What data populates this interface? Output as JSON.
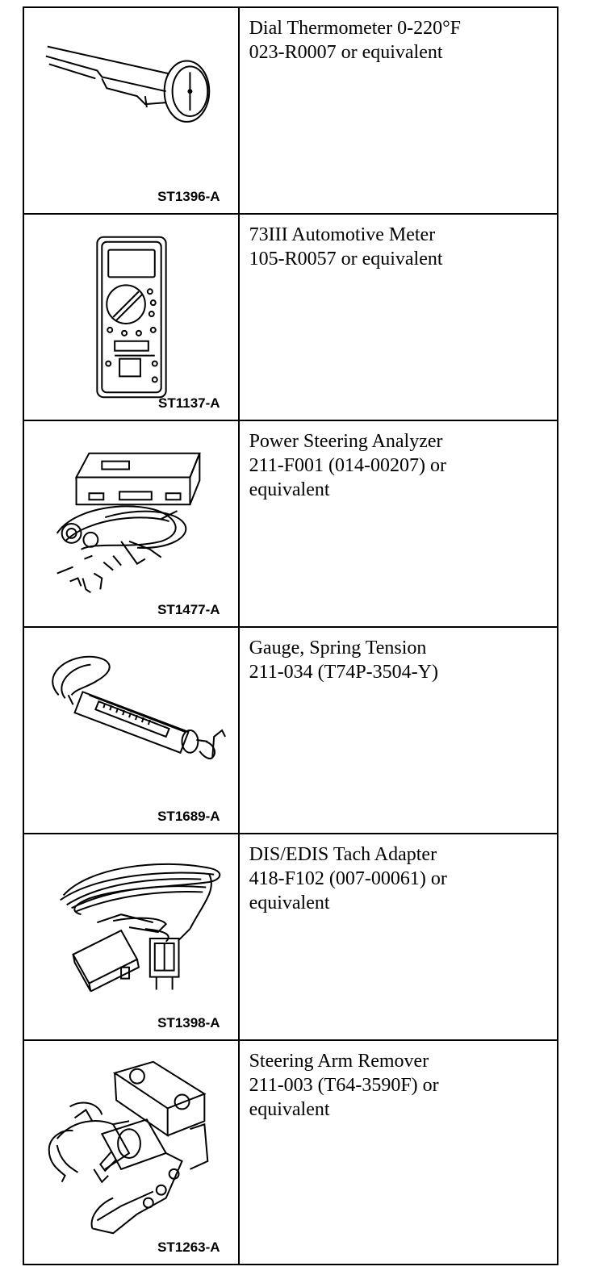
{
  "tools": [
    {
      "code": "ST1396-A",
      "icon": "dial-thermometer-icon",
      "lines": [
        "Dial Thermometer 0-220°F",
        "023-R0007 or equivalent"
      ]
    },
    {
      "code": "ST1137-A",
      "icon": "automotive-meter-icon",
      "lines": [
        "73III Automotive Meter",
        "105-R0057 or equivalent"
      ]
    },
    {
      "code": "ST1477-A",
      "icon": "power-steering-analyzer-icon",
      "lines": [
        "Power Steering Analyzer",
        "211-F001 (014-00207) or",
        "equivalent"
      ]
    },
    {
      "code": "ST1689-A",
      "icon": "spring-tension-gauge-icon",
      "lines": [
        "Gauge, Spring Tension",
        "211-034 (T74P-3504-Y)"
      ]
    },
    {
      "code": "ST1398-A",
      "icon": "tach-adapter-icon",
      "lines": [
        "DIS/EDIS Tach Adapter",
        "418-F102 (007-00061) or",
        "equivalent"
      ]
    },
    {
      "code": "ST1263-A",
      "icon": "steering-arm-remover-icon",
      "lines": [
        "Steering Arm Remover",
        "211-003 (T64-3590F) or",
        "equivalent"
      ]
    }
  ]
}
